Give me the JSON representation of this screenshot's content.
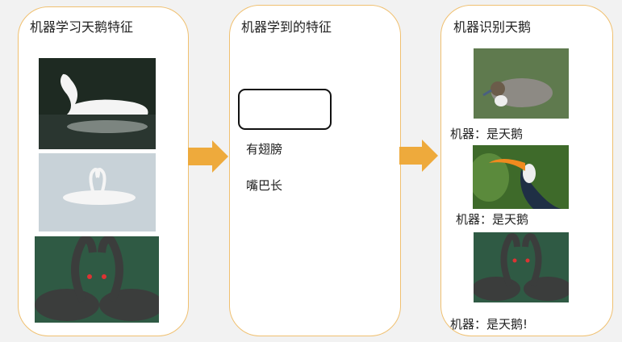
{
  "panels": {
    "train": {
      "title": "机器学习天鹅特征"
    },
    "features": {
      "title": "机器学到的特征",
      "items": [
        "有翅膀",
        "嘴巴长"
      ]
    },
    "recognize": {
      "title": "机器识别天鹅",
      "results": [
        "机器：是天鹅",
        "机器：是天鹅",
        "机器：是天鹅!"
      ]
    }
  },
  "colors": {
    "border": "#f0c070",
    "arrow": "#eeaa3c",
    "background": "#f2f2f2"
  }
}
